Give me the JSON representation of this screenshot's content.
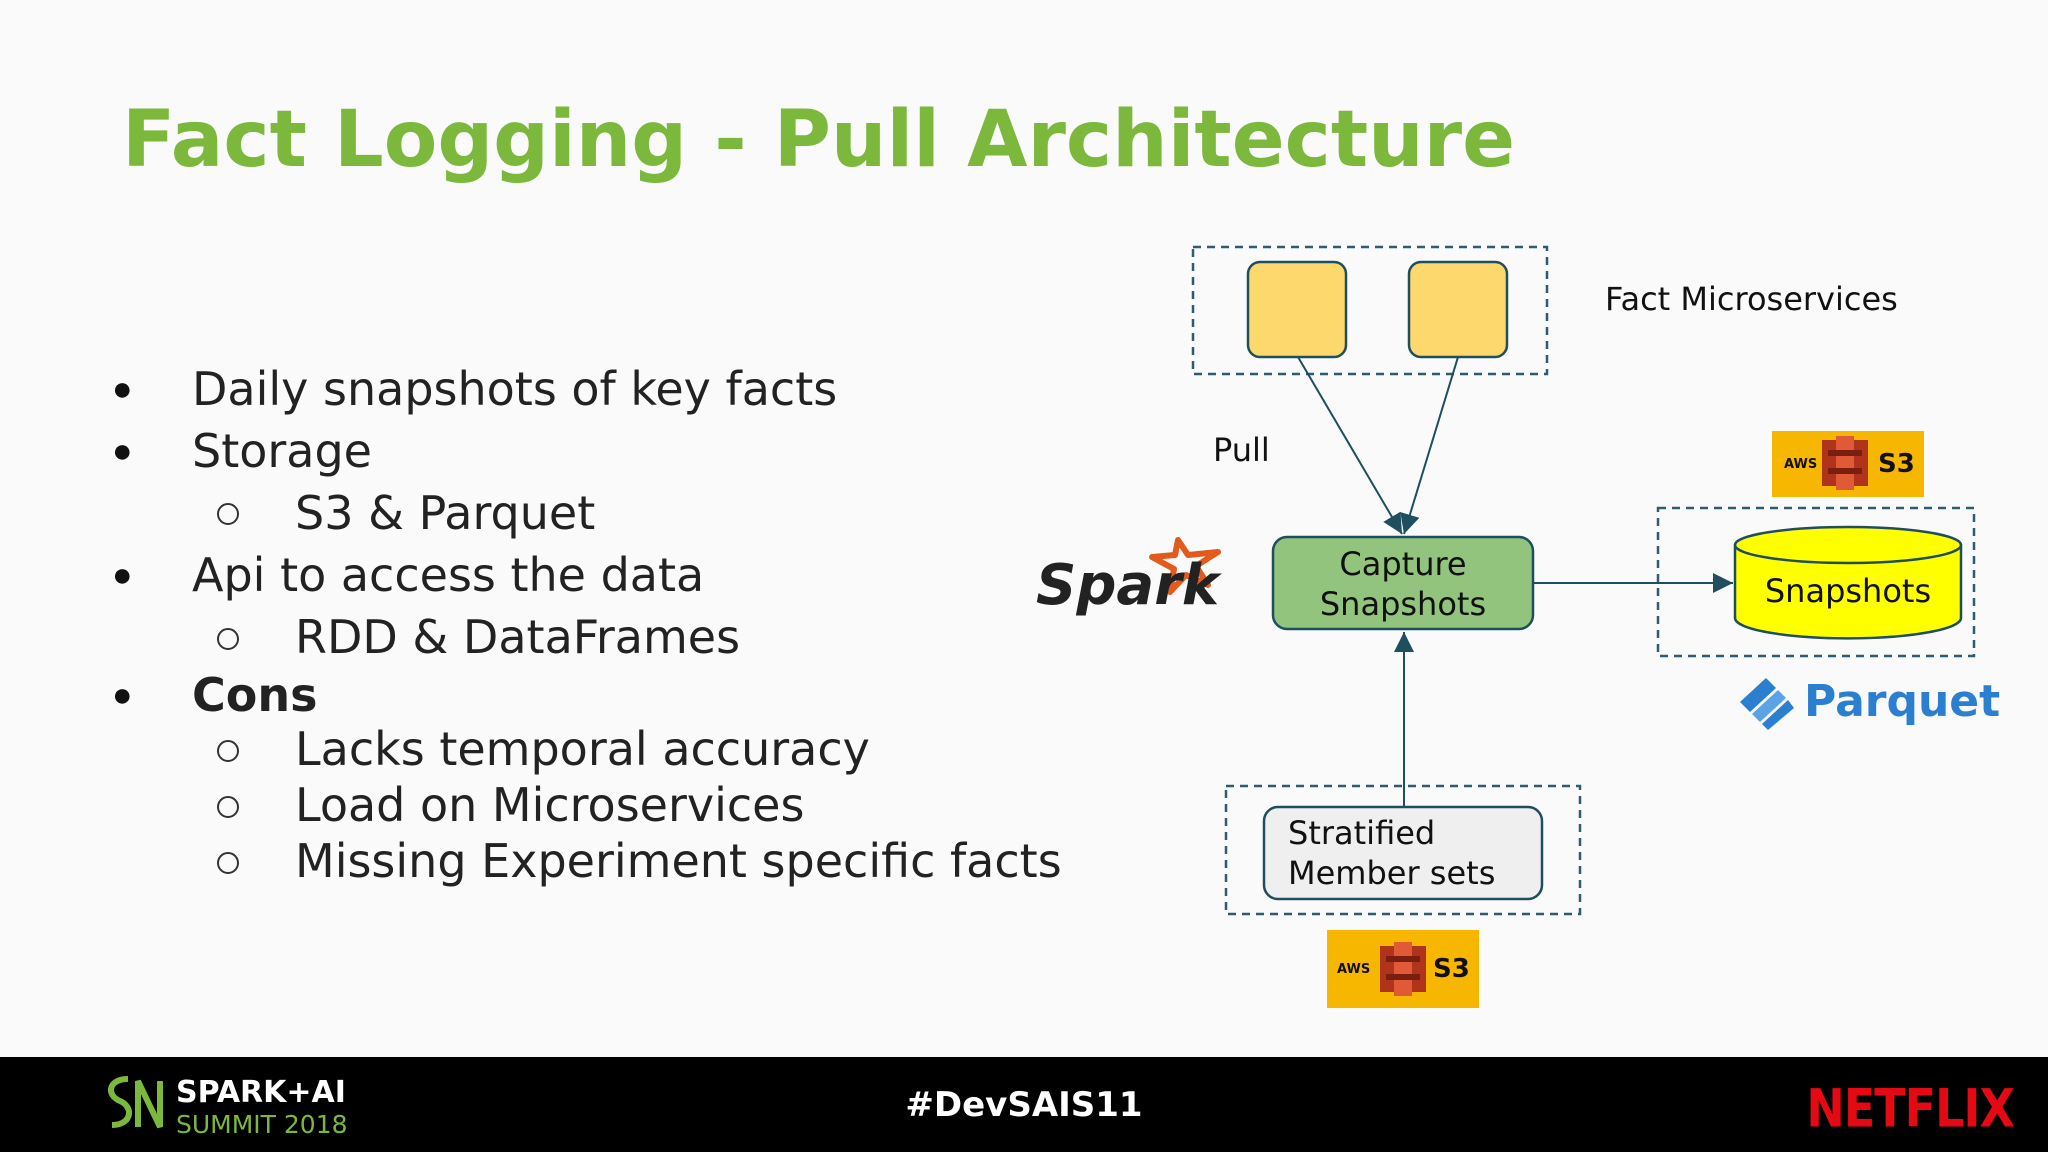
{
  "slide": {
    "title": "Fact Logging - Pull Architecture",
    "bullets": [
      {
        "text": "Daily snapshots of key facts"
      },
      {
        "text": "Storage"
      },
      {
        "text": "S3 & Parquet"
      },
      {
        "text": "Api to access the data"
      },
      {
        "text": "RDD & DataFrames"
      },
      {
        "text": "Cons"
      },
      {
        "text": "Lacks temporal accuracy"
      },
      {
        "text": "Load on Microservices"
      },
      {
        "text": "Missing Experiment specific facts"
      }
    ]
  },
  "diagram": {
    "fact_microservices_label": "Fact Microservices",
    "pull_label": "Pull",
    "capture_line1": "Capture",
    "capture_line2": "Snapshots",
    "snapshots_label": "Snapshots",
    "stratified_line1": "Stratified",
    "stratified_line2": "Member sets",
    "spark_logo": "Spark",
    "parquet_logo": "Parquet",
    "aws_label": "AWS",
    "s3_label": "S3",
    "colors": {
      "title_green": "#7cb83b",
      "service_box": "#fdd96d",
      "capture_box": "#93c47d",
      "snapshots_cylinder": "#ffff00",
      "stratified_box": "#efefef",
      "s3_badge": "#f7b600",
      "parquet_blue": "#2b7fd0",
      "netflix_red": "#e50914"
    },
    "icons": [
      "spark-logo-icon",
      "parquet-logo-icon",
      "aws-s3-icon",
      "spark-ai-summit-logo-icon"
    ]
  },
  "footer": {
    "hashtag": "#DevSAIS11",
    "summit_line1": "SPARK+AI",
    "summit_line2": "SUMMIT 2018",
    "netflix": "NETFLIX"
  }
}
